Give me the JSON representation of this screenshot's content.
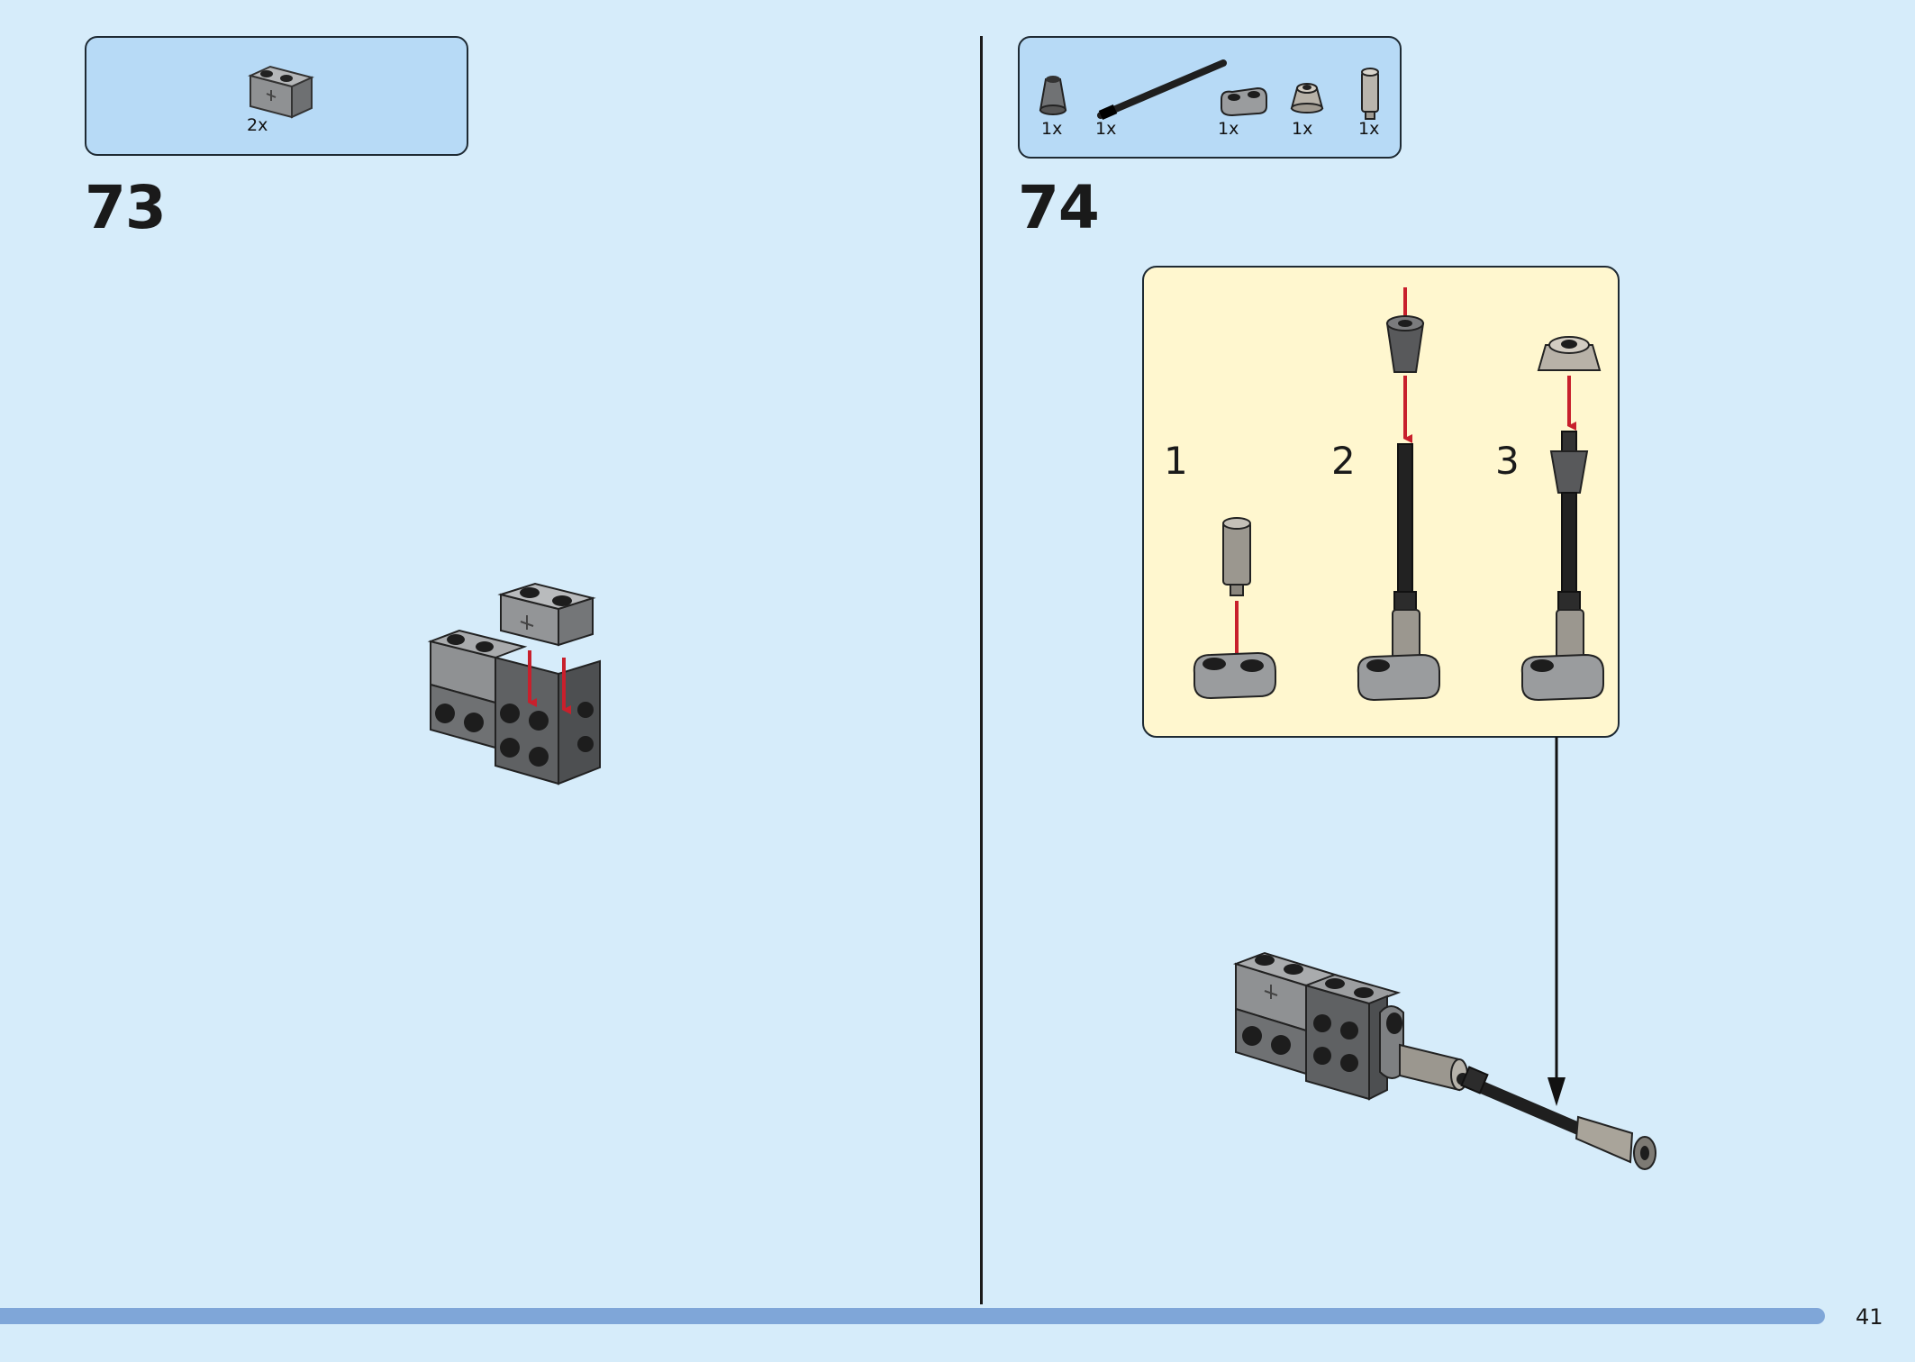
{
  "step73": {
    "number": "73",
    "parts": [
      {
        "name": "technic brick 1x2 with axle hole",
        "qty": "2x",
        "icon": "technic-brick-icon"
      }
    ]
  },
  "step74": {
    "number": "74",
    "parts": [
      {
        "name": "cone 1x1",
        "qty": "1x",
        "icon": "cone-icon"
      },
      {
        "name": "bar",
        "qty": "1x",
        "icon": "bar-icon"
      },
      {
        "name": "plate 1x2 rounded",
        "qty": "1x",
        "icon": "rounded-plate-icon"
      },
      {
        "name": "dish",
        "qty": "1x",
        "icon": "dish-icon"
      },
      {
        "name": "bar holder",
        "qty": "1x",
        "icon": "bar-holder-icon"
      }
    ],
    "substeps": [
      {
        "label": "1"
      },
      {
        "label": "2"
      },
      {
        "label": "3"
      }
    ]
  },
  "page_number": "41",
  "colors": {
    "background": "#d6ecfa",
    "parts_box": "#b7daf6",
    "substep_panel": "#fff7cf",
    "arrow": "#c8202c",
    "page_bar": "#7fa6d8"
  }
}
